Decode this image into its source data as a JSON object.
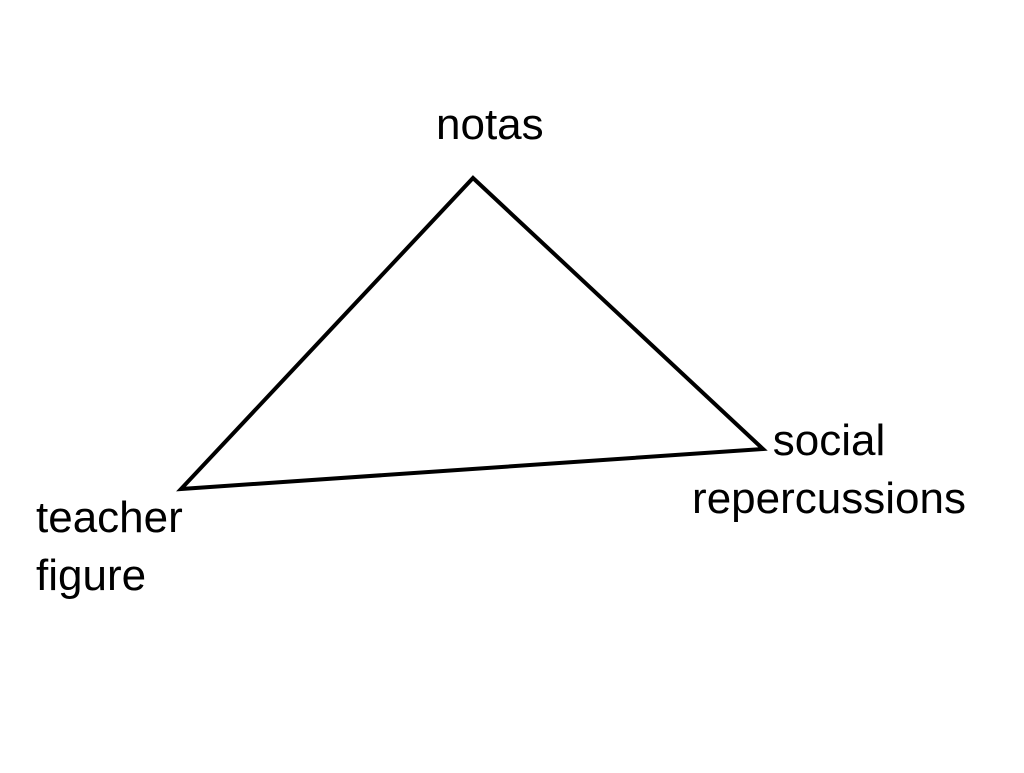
{
  "diagram": {
    "nodes": {
      "top": {
        "label": "notas"
      },
      "left": {
        "lines": [
          "teacher",
          "figure"
        ]
      },
      "right": {
        "lines": [
          "social",
          "repercussions"
        ]
      }
    },
    "edges": [
      {
        "from": "top",
        "to": "right"
      },
      {
        "from": "right",
        "to": "left"
      },
      {
        "from": "left",
        "to": "top"
      }
    ],
    "colors": {
      "stroke": "#000000",
      "text": "#000000",
      "background": "#ffffff"
    }
  }
}
